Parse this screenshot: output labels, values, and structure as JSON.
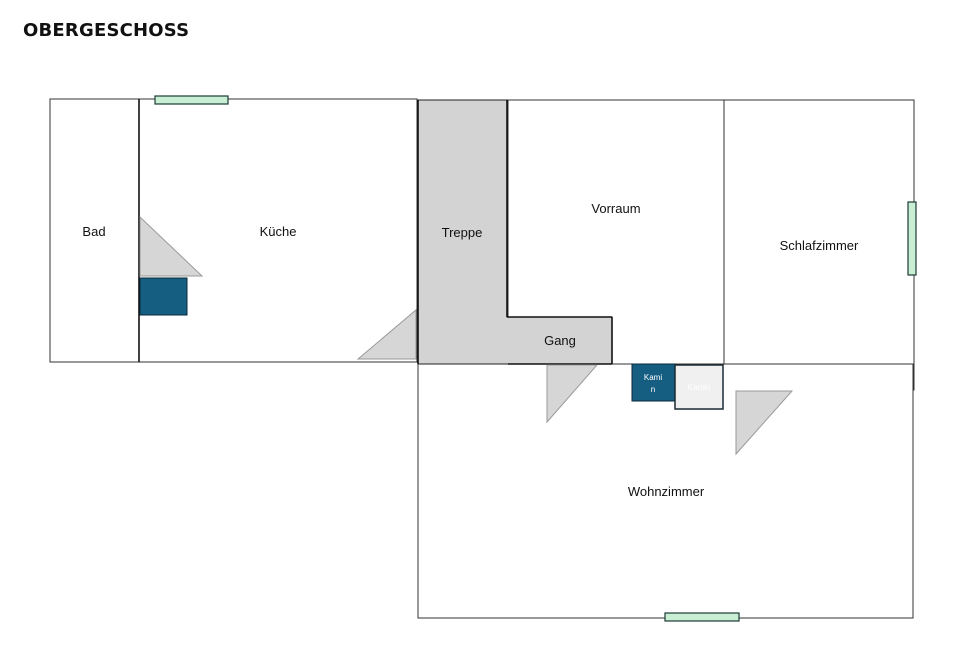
{
  "title": "OBERGESCHOSS",
  "rooms": {
    "bad": "Bad",
    "kueche": "Küche",
    "treppe": "Treppe",
    "vorraum": "Vorraum",
    "schlafzimmer": "Schlafzimmer",
    "gang": "Gang",
    "wohnzimmer": "Wohnzimmer"
  },
  "kamin": {
    "line1": "Kami",
    "line2": "n",
    "faded": "Kamin"
  },
  "colors": {
    "window": "#c8efd4",
    "kamin": "#155e82",
    "stair": "#d3d3d3"
  }
}
